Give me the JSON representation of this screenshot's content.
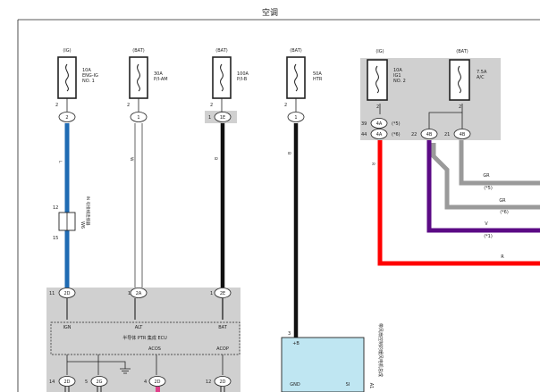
{
  "page_title": "空调",
  "fuses": [
    {
      "id": "f1",
      "supply": "(IG)",
      "rating": "10A",
      "name": "ENG-IG",
      "name2": "NO. 1",
      "pin": "2",
      "term": "2"
    },
    {
      "id": "f2",
      "supply": "(BAT)",
      "rating": "30A",
      "name": "P/I-AM",
      "name2": "",
      "pin": "2",
      "term": "1"
    },
    {
      "id": "f3",
      "supply": "(BAT)",
      "rating": "100A",
      "name": "P/I-B",
      "name2": "",
      "pin": "2",
      "term": "1E",
      "term_prefix": "1"
    },
    {
      "id": "f4",
      "supply": "(BAT)",
      "rating": "50A",
      "name": "HTR",
      "name2": "",
      "pin": "2",
      "term": "1"
    },
    {
      "id": "f5",
      "supply": "(IG)",
      "rating": "10A",
      "name": "IG1",
      "name2": "NO. 2",
      "pin": "2"
    },
    {
      "id": "f6",
      "supply": "(BAT)",
      "rating": "7.5A",
      "name": "A/C",
      "name2": "",
      "pin": "2"
    }
  ],
  "wire_marks": [
    "L",
    "W",
    "B",
    "B",
    "R"
  ],
  "diode": {
    "pin_top": "12",
    "pin_bottom": "15",
    "label": "IN 号接线连接器",
    "code": "W6"
  },
  "ecu": {
    "pins": [
      {
        "num": "11",
        "term": "2D",
        "signal": "IGN"
      },
      {
        "num": "1",
        "term": "2A",
        "signal": "ALT"
      },
      {
        "num": "1",
        "term": "2E",
        "signal": "BAT"
      }
    ],
    "name": "半导体 PTR 集成 ECU",
    "acos": "ACOS",
    "acop": "ACOP",
    "bottom_pins": [
      {
        "num": "14",
        "term": "2D"
      },
      {
        "num": "5",
        "term": "2G"
      },
      {
        "num": "4",
        "term": "2D"
      },
      {
        "num": "12",
        "term": "2D"
      }
    ]
  },
  "relay_box": {
    "connectors": [
      {
        "pin": "39",
        "term": "4A",
        "note": "(*5)"
      },
      {
        "pin": "44",
        "term": "4A",
        "note": "(*6)"
      },
      {
        "pin": "22",
        "term": "4B"
      },
      {
        "pin": "21",
        "term": "4B"
      }
    ]
  },
  "outputs": [
    {
      "color": "GR",
      "note": "(*5)"
    },
    {
      "color": "GR",
      "note": "(*6)"
    },
    {
      "color": "V",
      "note": "(*1)"
    },
    {
      "color": "R",
      "note": ""
    }
  ],
  "blower_ecu": {
    "label": "带风扇控制的暖风电机总成",
    "terminal": "+B",
    "pin": "3",
    "gnd": "GND",
    "si": "SI",
    "code": "A1"
  },
  "colors": {
    "blue": "#1f6bb3",
    "black": "#111111",
    "red": "#ff0000",
    "purple": "#5b0a85",
    "gray": "#9a9a9a",
    "box_gray": "#d0d0d0"
  }
}
